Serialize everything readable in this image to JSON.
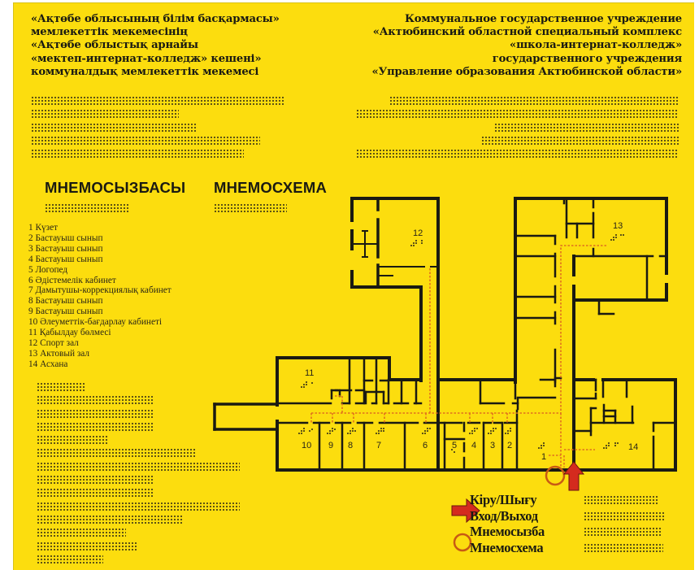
{
  "sign": {
    "background_color": "#FCDD0E",
    "ink_color": "#1a1a12",
    "route_color": "#E0701E",
    "arrow_color": "#D42B1E",
    "circle_color": "#C85A14"
  },
  "header": {
    "kazakh_lines": [
      "«Ақтөбе облысының білім басқармасы»",
      "мемлекеттік мекемесінің",
      "«Ақтөбе облыстық арнайы",
      "«мектеп-интернат-колледж» кешені»",
      "коммуналдық мемлекеттік мекемесі"
    ],
    "russian_lines": [
      "Коммунальное государственное учреждение",
      "«Актюбинский областной специальный комплекс",
      "«школа-интернат-колледж»",
      "государственного учреждения",
      "«Управление образования Актюбинской области»"
    ]
  },
  "titles": {
    "kazakh": "МНЕМОСЫЗБАСЫ",
    "russian": "МНЕМОСХЕМА"
  },
  "legend": {
    "items": [
      {
        "num": "1",
        "label": "Күзет"
      },
      {
        "num": "2",
        "label": "Бастауыш сынып"
      },
      {
        "num": "3",
        "label": "Бастауыш сынып"
      },
      {
        "num": "4",
        "label": "Бастауыш сынып"
      },
      {
        "num": "5",
        "label": "Логопед"
      },
      {
        "num": "6",
        "label": "Әдістемелік кабинет"
      },
      {
        "num": "7",
        "label": "Дамытушы-коррекциялық кабинет"
      },
      {
        "num": "8",
        "label": "Бастауыш сынып"
      },
      {
        "num": "9",
        "label": "Бастауыш сынып"
      },
      {
        "num": "10",
        "label": "Әлеуметтік-бағдарлау кабинеті"
      },
      {
        "num": "11",
        "label": "Қабылдау бөлмесі"
      },
      {
        "num": "12",
        "label": "Спорт зал"
      },
      {
        "num": "13",
        "label": "Актовый зал"
      },
      {
        "num": "14",
        "label": "Асхана"
      }
    ],
    "text": [
      "1 Күзет",
      "2 Бастауыш сынып",
      "3 Бастауыш сынып",
      "4 Бастауыш сынып",
      "5 Логопед",
      "6 Әдістемелік кабинет",
      "7 Дамытушы-коррекциялық кабинет",
      "8 Бастауыш сынып",
      "9 Бастауыш сынып",
      "10 Әлеуметтік-бағдарлау кабинеті",
      "11 Қабылдау бөлмесі",
      "12 Спорт зал",
      "13 Актовый зал",
      "14 Асхана"
    ]
  },
  "plan": {
    "room_numbers": {
      "r1": "1",
      "r2": "2",
      "r3": "3",
      "r4": "4",
      "r5": "5",
      "r6": "6",
      "r7": "7",
      "r8": "8",
      "r9": "9",
      "r10": "10",
      "r11": "11",
      "r12": "12",
      "r13": "13",
      "r14": "14"
    }
  },
  "key": {
    "entrance_kz": "Кіру/Шығу",
    "entrance_ru": "Вход/Выход",
    "you_are_here_kz": "Мнемосызба",
    "you_are_here_ru": "Мнемосхема",
    "arrow_icon": "red-arrow-right",
    "circle_icon": "orange-circle"
  }
}
